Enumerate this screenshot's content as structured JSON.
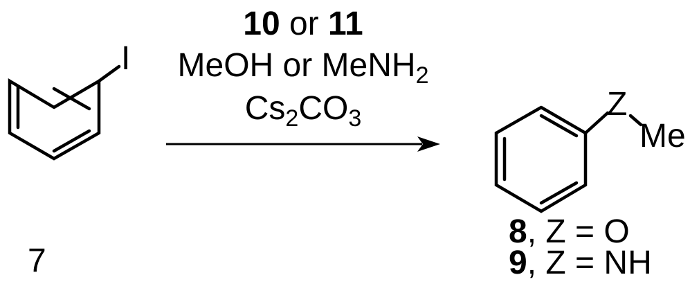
{
  "reagents": {
    "line1": {
      "a": "10",
      "mid": " or ",
      "b": "11"
    },
    "line2": {
      "text": "MeOH or MeNH",
      "sub": "2"
    },
    "line3": {
      "a": "Cs",
      "sub1": "2",
      "b": "CO",
      "sub2": "3"
    }
  },
  "reactant": {
    "atom_label": "I",
    "compound_number": "7"
  },
  "product": {
    "atom_label": "Z",
    "group_label": "Me"
  },
  "product_key": [
    {
      "number": "8",
      "rest": ", Z = O",
      "color": "#e8000b"
    },
    {
      "number": "9",
      "rest": ", Z = NH",
      "color": "#1f1fe0"
    }
  ],
  "colors": {
    "ink": "#000000"
  }
}
